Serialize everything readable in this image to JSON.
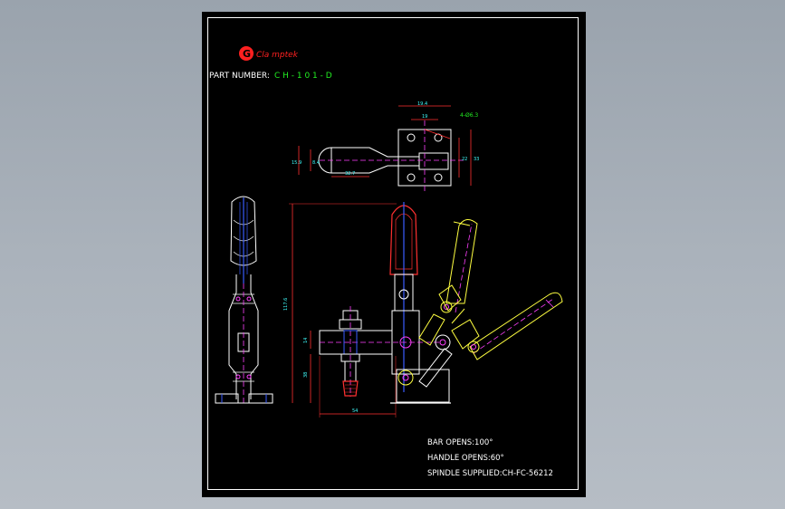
{
  "brand": {
    "logo_letter": "G",
    "name": "Cla mptek",
    "color": "#ff2020"
  },
  "part": {
    "label": "PART NUMBER:",
    "value": "C H - 1 0 1 - D",
    "value_color": "#22ee22"
  },
  "callout": {
    "hole_spec": "4-Ø6.3",
    "color": "#22ee22"
  },
  "dims": {
    "top_width": "19.4",
    "hole_pitch_x": "19",
    "plate_height": "33",
    "hole_pitch_y": "22",
    "bar_height": "15.9",
    "bar_slot": "8.4",
    "bar_length": "32.7",
    "overall_height": "117.6",
    "mount_height_upper": "14",
    "mount_height_lower": "38",
    "base_length": "54"
  },
  "notes": {
    "bar_opens": "BAR OPENS:100°",
    "handle_opens": "HANDLE OPENS:60°",
    "spindle": "SPINDLE SUPPLIED:CH-FC-56212"
  },
  "colors": {
    "outline": "#ffffff",
    "dimension": "#ff3030",
    "center": "#ff40ff",
    "hidden": "#3a5cff",
    "yellow": "#ffff40",
    "cyan": "#40ffff"
  }
}
